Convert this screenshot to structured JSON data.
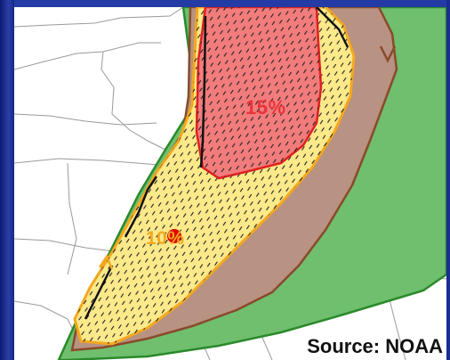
{
  "map": {
    "probability_labels": [
      {
        "id": "inner",
        "text": "15%",
        "color": "#e8343c"
      },
      {
        "id": "outer",
        "text": "10%",
        "color": "#f4a81e"
      }
    ],
    "credit": "Source: NOAA",
    "colors": {
      "background": "#ffffff",
      "state_lines": "#9a9a9a",
      "green_area": "#6fbf6f",
      "green_outline": "#2a8a2a",
      "brown_area": "#b89282",
      "brown_outline": "#8a4a2a",
      "yellow_area": "#fbe98a",
      "yellow_outline": "#f4a81e",
      "red_area": "#f27c7c",
      "red_outline": "#e02020",
      "marker": "#e00000",
      "frame": "#1a2a8c"
    }
  }
}
